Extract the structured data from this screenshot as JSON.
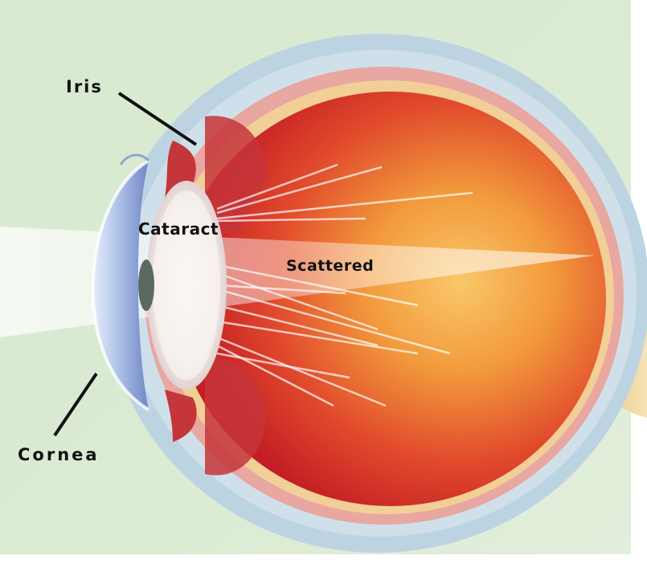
{
  "labels": {
    "iris": "Iris",
    "cataract": "Cataract",
    "scattered": "Scattered",
    "cornea": "Cornea"
  },
  "colors": {
    "background": "#dcebd5",
    "outer_sclera": "#b9d3e0",
    "vitreous_center": "#f7c05a",
    "vitreous_edge": "#cc1f26",
    "retina_band": "#f0c98f",
    "lens": "#f3ece8",
    "iris": "#c4363a",
    "cornea": "#8fa7d8",
    "pupil": "#5a6a63",
    "optic_nerve": "#f2d8a0",
    "leader_lines": "#111111"
  },
  "icons": [
    "eye-cross-section"
  ]
}
